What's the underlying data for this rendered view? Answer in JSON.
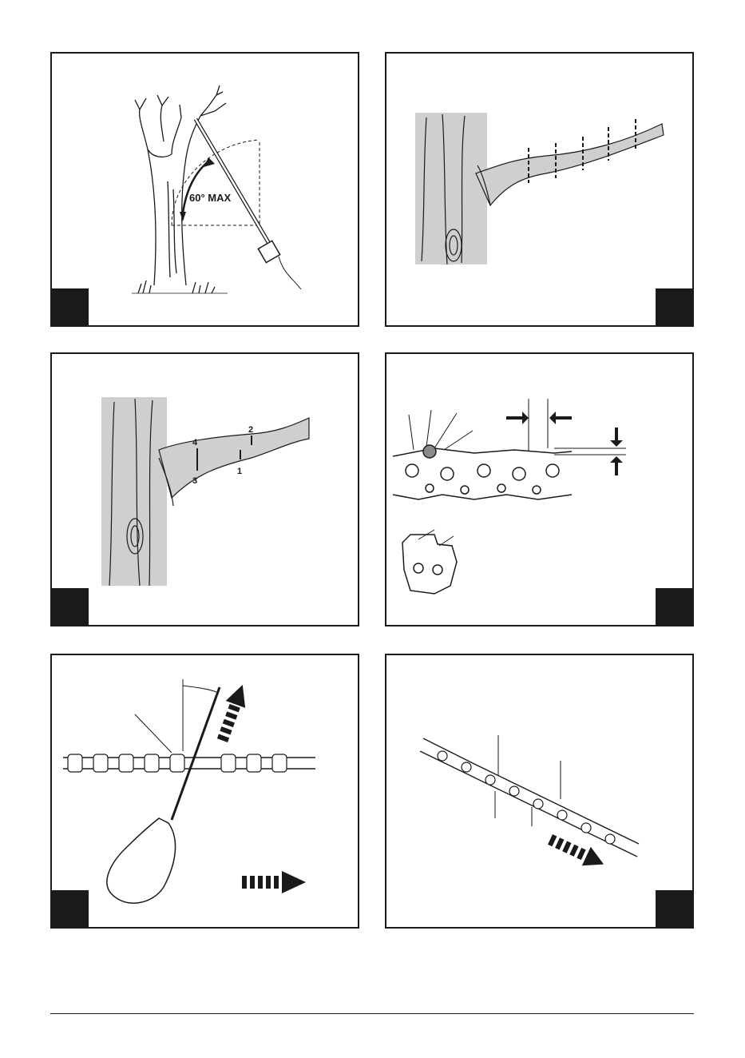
{
  "figures": [
    {
      "name": "pole-saw-angle",
      "label": "60° MAX"
    },
    {
      "name": "branch-sections",
      "label": ""
    },
    {
      "name": "cut-sequence",
      "cuts": [
        "4",
        "2",
        "3",
        "1"
      ]
    },
    {
      "name": "chain-tooth-detail",
      "label": ""
    },
    {
      "name": "chain-filing",
      "label": ""
    },
    {
      "name": "chain-direction",
      "label": ""
    }
  ],
  "colors": {
    "ink": "#1a1a1a",
    "bark": "#cfcfcf",
    "rivet": "#8a8a8a"
  }
}
